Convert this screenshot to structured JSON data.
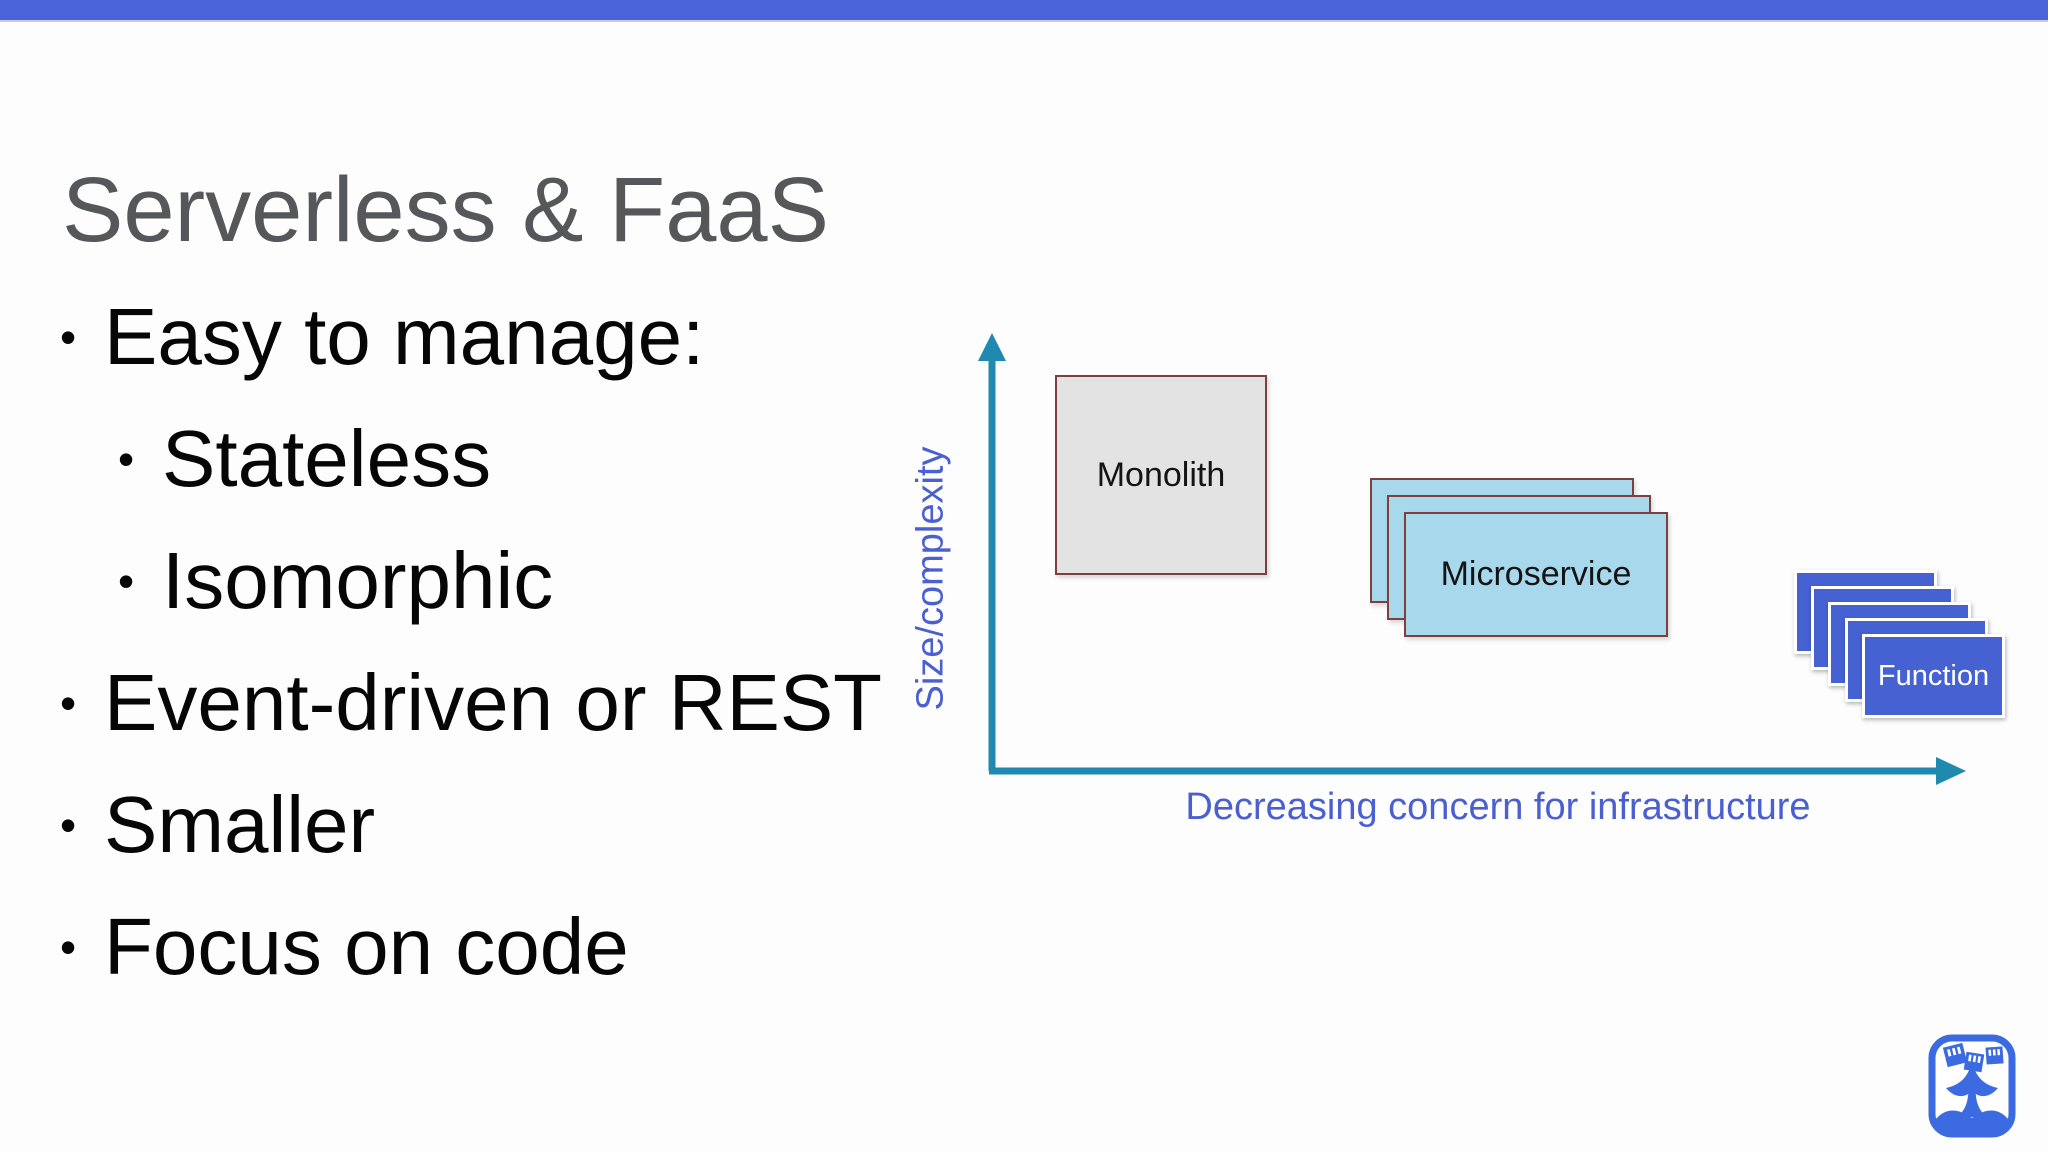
{
  "slide": {
    "title": "Serverless & FaaS",
    "bullets": [
      {
        "level": 1,
        "text": "Easy to manage:"
      },
      {
        "level": 2,
        "text": "Stateless"
      },
      {
        "level": 2,
        "text": "Isomorphic"
      },
      {
        "level": 1,
        "text": "Event-driven or REST"
      },
      {
        "level": 1,
        "text": "Smaller"
      },
      {
        "level": 1,
        "text": "Focus on code"
      }
    ]
  },
  "diagram": {
    "type": "concept-axes-diagram",
    "y_axis_label": "Size/complexity",
    "x_axis_label": "Decreasing concern for infrastructure",
    "nodes": [
      {
        "label": "Monolith",
        "stack_count": 1,
        "fill": "#e2e3e2",
        "border": "#7f3f3f"
      },
      {
        "label": "Microservice",
        "stack_count": 3,
        "fill": "#a8d8ec",
        "border": "#7f3f3f"
      },
      {
        "label": "Function",
        "stack_count": 5,
        "fill": "#4561d2",
        "border": "#ffffff"
      }
    ]
  },
  "colors": {
    "top_bar": "#4a63d9",
    "title_text": "#55575a",
    "body_text": "#060606",
    "axis": "#1f89b0",
    "axis_label": "#4a5fd0",
    "logo_blue": "#3c6ae0",
    "background": "#fdfdfd"
  },
  "icons": {
    "logo": "whale-tail-logo"
  }
}
